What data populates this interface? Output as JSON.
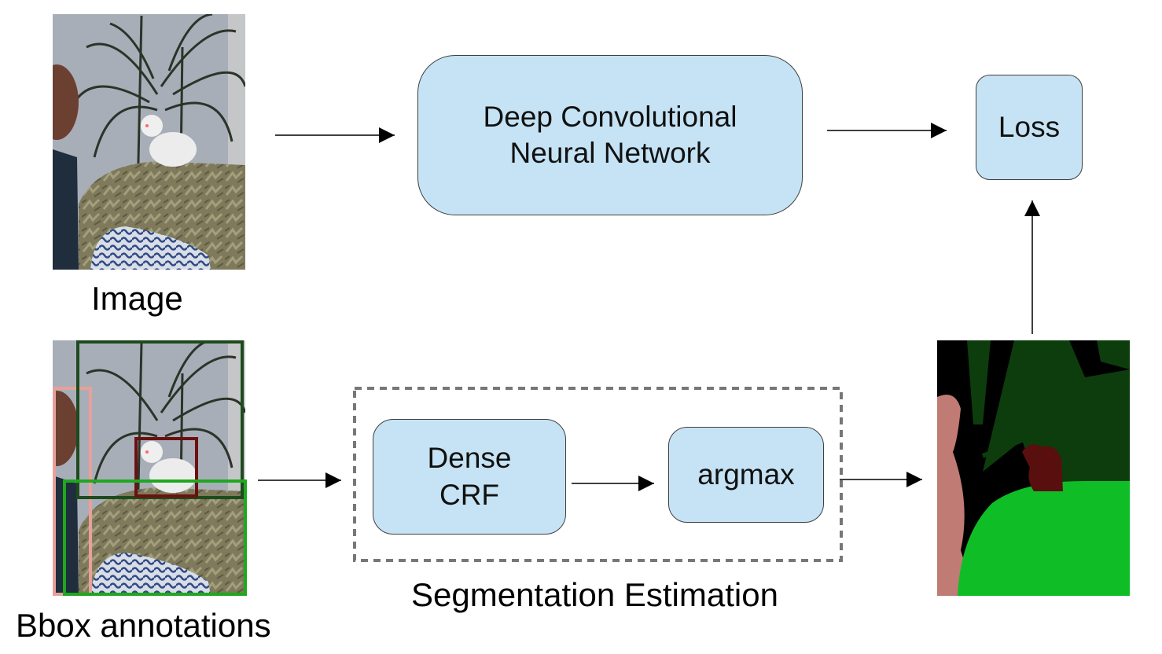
{
  "labels": {
    "image": "Image",
    "bbox": "Bbox annotations",
    "segmentation": "Segmentation Estimation"
  },
  "boxes": {
    "cnn": [
      "Deep Convolutional",
      "Neural Network"
    ],
    "loss": "Loss",
    "crf": [
      "Dense",
      "CRF"
    ],
    "argmax": "argmax"
  },
  "colors": {
    "box_fill": "#c5e3f4",
    "dashed_border": "#777777",
    "bbox_person": "#e8a09a",
    "bbox_plant": "#1e4a1e",
    "bbox_cat": "#6b1010",
    "bbox_sofa": "#1fa81f",
    "seg_person": "#c07b74",
    "seg_plant": "#0d3d0d",
    "seg_cat": "#5a0f0f",
    "seg_sofa": "#0fbd26"
  },
  "icons": {
    "input_photo": "photo-cat-sofa-plant",
    "annotated_photo": "photo-with-bounding-boxes",
    "segmentation_map": "estimated-segmentation-mask"
  }
}
